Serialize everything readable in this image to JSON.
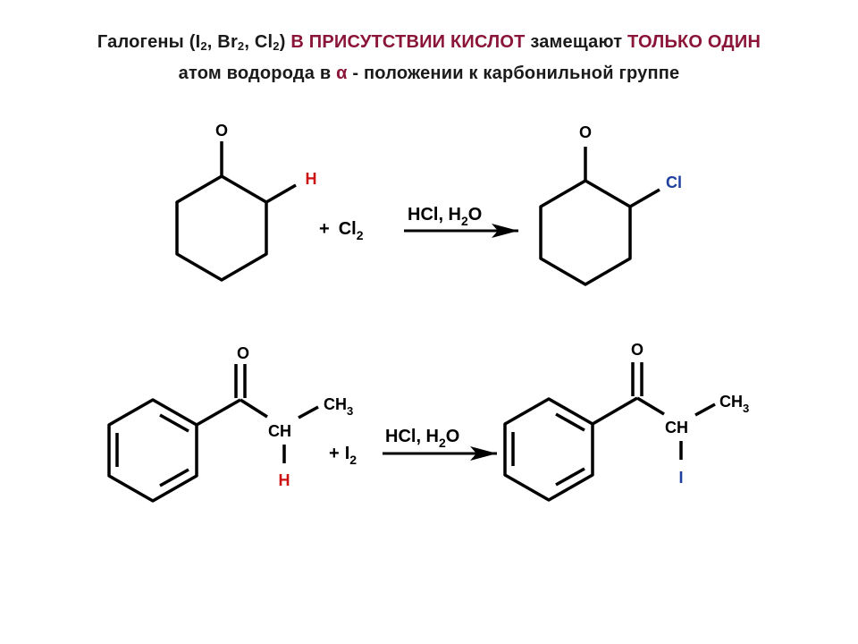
{
  "title": {
    "line1": {
      "p1": "Галогены (I",
      "s1": "2",
      "p2": ", Br",
      "s2": "2",
      "p3": ", Cl",
      "s3": "2",
      "p4": ")",
      "highlight1": "В ПРИСУТСТВИИ КИСЛОТ",
      "p5": "замещают",
      "highlight2": "ТОЛЬКО ОДИН"
    },
    "line2": {
      "p1": "атом водорода в",
      "alpha": "α",
      "p2": "- положении к карбонильной группе"
    }
  },
  "reaction1": {
    "reactant": {
      "O": "O",
      "alpha": "H"
    },
    "reagent": {
      "plus": "+",
      "text": "Cl",
      "sub": "2"
    },
    "conditions": {
      "a": "HCl, H",
      "sub": "2",
      "b": "O"
    },
    "product": {
      "O": "O",
      "alpha": "Cl"
    }
  },
  "reaction2": {
    "reactant": {
      "O": "O",
      "ch": "CH",
      "ch3": "CH",
      "ch3_sub": "3",
      "alpha": "H"
    },
    "reagent": {
      "plus": "+",
      "text": "I",
      "sub": "2"
    },
    "conditions": {
      "a": "HCl, H",
      "sub": "2",
      "b": "O"
    },
    "product": {
      "O": "O",
      "ch": "CH",
      "ch3": "CH",
      "ch3_sub": "3",
      "alpha": "I"
    }
  },
  "colors": {
    "highlight": "#8b1538",
    "hydrogen": "#cc1111",
    "substituent": "#1f3f9e",
    "ink": "#000000"
  }
}
